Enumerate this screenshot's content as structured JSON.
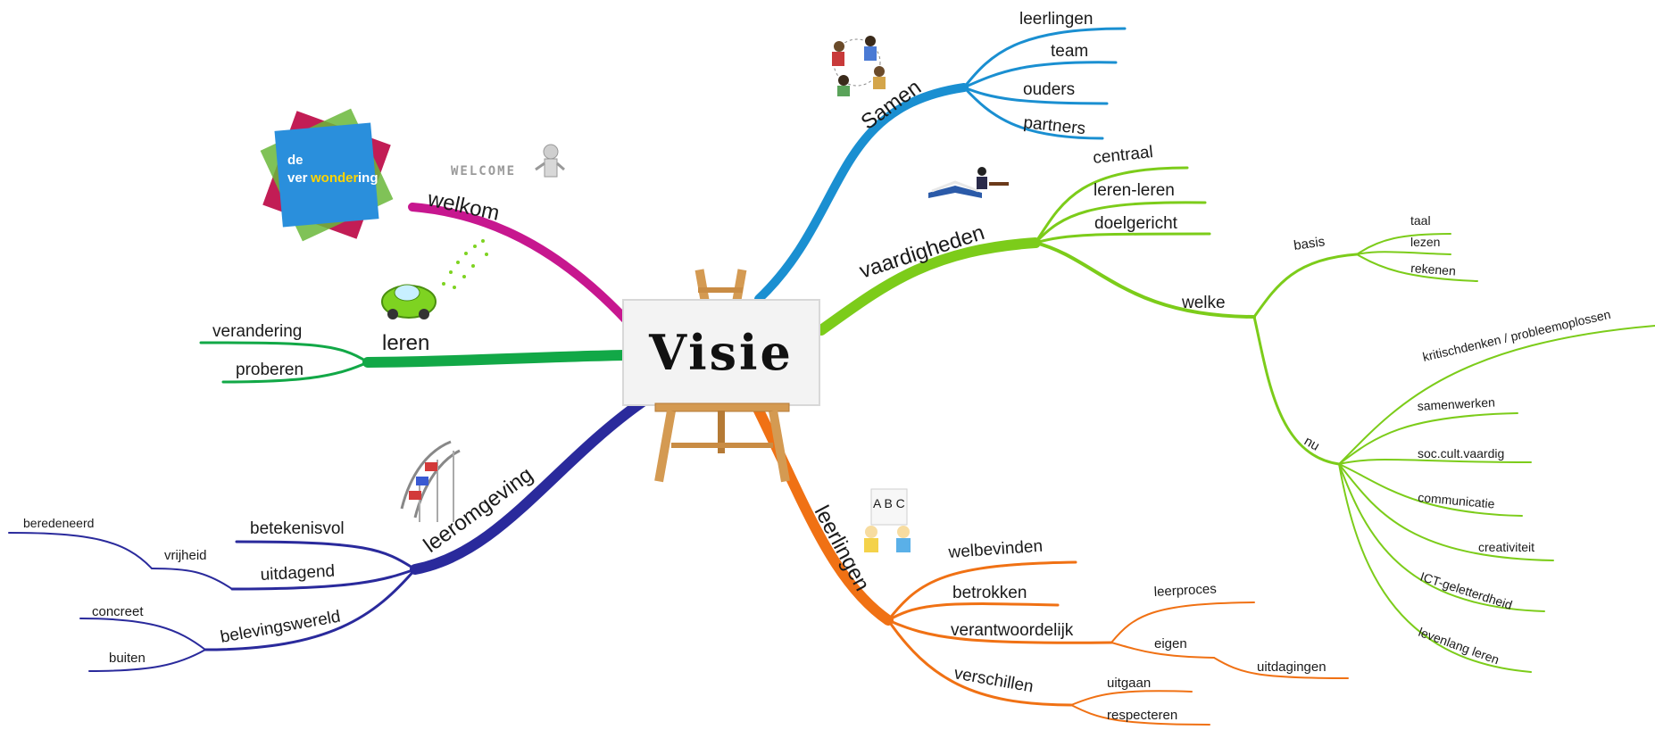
{
  "center": {
    "title": "Visie"
  },
  "logo": {
    "word_de": "de",
    "word_ver": "ver",
    "word_wonder": "wonder",
    "word_ing": "ing"
  },
  "welcome_sign": "WELCOME",
  "abc_sign": "A B C",
  "colors": {
    "samen": "#1a8fd1",
    "vaardigheden": "#7ccc1a",
    "leerlingen": "#f07114",
    "leeromgeving": "#2a2a9c",
    "leren": "#12a847",
    "welkom": "#c7178f"
  },
  "branches": {
    "samen": {
      "label": "Samen",
      "children": [
        "leerlingen",
        "team",
        "ouders",
        "partners"
      ]
    },
    "vaardigheden": {
      "label": "vaardigheden",
      "children": [
        "centraal",
        "leren-leren",
        "doelgericht"
      ],
      "welke": {
        "label": "welke",
        "basis": {
          "label": "basis",
          "children": [
            "taal",
            "lezen",
            "rekenen"
          ]
        },
        "nu": {
          "label": "nu",
          "children": [
            "kritischdenken / probleemoplossen",
            "samenwerken",
            "soc.cult.vaardig",
            "communicatie",
            "creativiteit",
            "ICT-geletterdheid",
            "levenlang leren"
          ]
        }
      }
    },
    "leerlingen": {
      "label": "leerlingen",
      "welbevinden": "welbevinden",
      "betrokken": "betrokken",
      "verantwoordelijk": {
        "label": "verantwoordelijk",
        "leerproces": "leerproces",
        "eigen": "eigen",
        "uitdagingen": "uitdagingen"
      },
      "verschillen": {
        "label": "verschillen",
        "children": [
          "uitgaan",
          "respecteren"
        ]
      }
    },
    "leeromgeving": {
      "label": "leeromgeving",
      "betekenisvol": "betekenisvol",
      "uitdagend": {
        "label": "uitdagend",
        "vrijheid": "vrijheid",
        "beredeneerd": "beredeneerd"
      },
      "belevingswereld": {
        "label": "belevingswereld",
        "children": [
          "concreet",
          "buiten"
        ]
      }
    },
    "leren": {
      "label": "leren",
      "children": [
        "verandering",
        "proberen"
      ]
    },
    "welkom": {
      "label": "welkom"
    }
  }
}
